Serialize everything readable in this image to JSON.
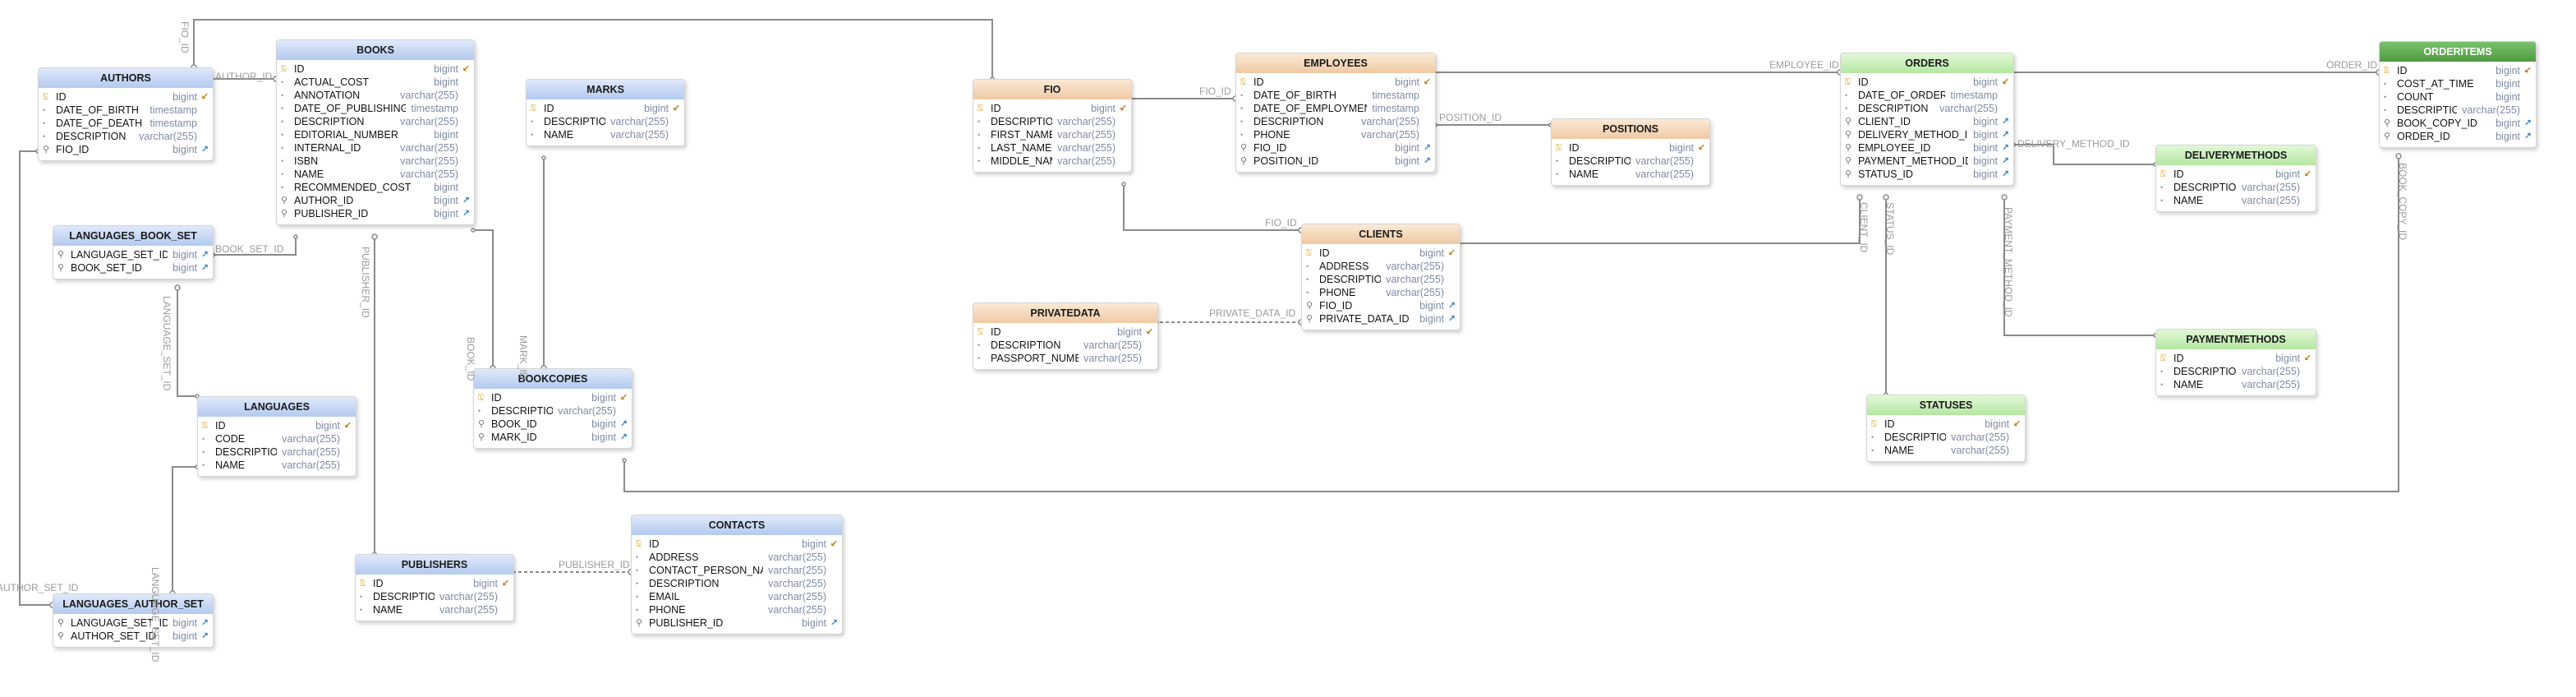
{
  "diagram": {
    "tables": [
      {
        "id": "authors",
        "title": "AUTHORS",
        "theme": "blue",
        "columns": [
          {
            "name": "ID",
            "type": "bigint",
            "kind": "pk"
          },
          {
            "name": "DATE_OF_BIRTH",
            "type": "timestamp",
            "kind": "col"
          },
          {
            "name": "DATE_OF_DEATH",
            "type": "timestamp",
            "kind": "col"
          },
          {
            "name": "DESCRIPTION",
            "type": "varchar(255)",
            "kind": "col"
          },
          {
            "name": "FIO_ID",
            "type": "bigint",
            "kind": "fk"
          }
        ]
      },
      {
        "id": "books",
        "title": "BOOKS",
        "theme": "blue",
        "columns": [
          {
            "name": "ID",
            "type": "bigint",
            "kind": "pk"
          },
          {
            "name": "ACTUAL_COST",
            "type": "bigint",
            "kind": "col"
          },
          {
            "name": "ANNOTATION",
            "type": "varchar(255)",
            "kind": "col"
          },
          {
            "name": "DATE_OF_PUBLISHING",
            "type": "timestamp",
            "kind": "col"
          },
          {
            "name": "DESCRIPTION",
            "type": "varchar(255)",
            "kind": "col"
          },
          {
            "name": "EDITORIAL_NUMBER",
            "type": "bigint",
            "kind": "col"
          },
          {
            "name": "INTERNAL_ID",
            "type": "varchar(255)",
            "kind": "col"
          },
          {
            "name": "ISBN",
            "type": "varchar(255)",
            "kind": "col"
          },
          {
            "name": "NAME",
            "type": "varchar(255)",
            "kind": "col"
          },
          {
            "name": "RECOMMENDED_COST",
            "type": "bigint",
            "kind": "col"
          },
          {
            "name": "AUTHOR_ID",
            "type": "bigint",
            "kind": "fk"
          },
          {
            "name": "PUBLISHER_ID",
            "type": "bigint",
            "kind": "fk"
          }
        ]
      },
      {
        "id": "marks",
        "title": "MARKS",
        "theme": "blue",
        "columns": [
          {
            "name": "ID",
            "type": "bigint",
            "kind": "pk"
          },
          {
            "name": "DESCRIPTION",
            "type": "varchar(255)",
            "kind": "col"
          },
          {
            "name": "NAME",
            "type": "varchar(255)",
            "kind": "col"
          }
        ]
      },
      {
        "id": "languages_book_set",
        "title": "LANGUAGES_BOOK_SET",
        "theme": "blue",
        "columns": [
          {
            "name": "LANGUAGE_SET_ID",
            "type": "bigint",
            "kind": "fk"
          },
          {
            "name": "BOOK_SET_ID",
            "type": "bigint",
            "kind": "fk"
          }
        ]
      },
      {
        "id": "languages",
        "title": "LANGUAGES",
        "theme": "blue",
        "columns": [
          {
            "name": "ID",
            "type": "bigint",
            "kind": "pk"
          },
          {
            "name": "CODE",
            "type": "varchar(255)",
            "kind": "col"
          },
          {
            "name": "DESCRIPTION",
            "type": "varchar(255)",
            "kind": "col"
          },
          {
            "name": "NAME",
            "type": "varchar(255)",
            "kind": "col"
          }
        ]
      },
      {
        "id": "bookcopies",
        "title": "BOOKCOPIES",
        "theme": "blue",
        "columns": [
          {
            "name": "ID",
            "type": "bigint",
            "kind": "pk"
          },
          {
            "name": "DESCRIPTION",
            "type": "varchar(255)",
            "kind": "col"
          },
          {
            "name": "BOOK_ID",
            "type": "bigint",
            "kind": "fk"
          },
          {
            "name": "MARK_ID",
            "type": "bigint",
            "kind": "fk"
          }
        ]
      },
      {
        "id": "publishers",
        "title": "PUBLISHERS",
        "theme": "blue",
        "columns": [
          {
            "name": "ID",
            "type": "bigint",
            "kind": "pk"
          },
          {
            "name": "DESCRIPTION",
            "type": "varchar(255)",
            "kind": "col"
          },
          {
            "name": "NAME",
            "type": "varchar(255)",
            "kind": "col"
          }
        ]
      },
      {
        "id": "contacts",
        "title": "CONTACTS",
        "theme": "blue",
        "columns": [
          {
            "name": "ID",
            "type": "bigint",
            "kind": "pk"
          },
          {
            "name": "ADDRESS",
            "type": "varchar(255)",
            "kind": "col"
          },
          {
            "name": "CONTACT_PERSON_NAME",
            "type": "varchar(255)",
            "kind": "col"
          },
          {
            "name": "DESCRIPTION",
            "type": "varchar(255)",
            "kind": "col"
          },
          {
            "name": "EMAIL",
            "type": "varchar(255)",
            "kind": "col"
          },
          {
            "name": "PHONE",
            "type": "varchar(255)",
            "kind": "col"
          },
          {
            "name": "PUBLISHER_ID",
            "type": "bigint",
            "kind": "fk"
          }
        ]
      },
      {
        "id": "languages_author_set",
        "title": "LANGUAGES_AUTHOR_SET",
        "theme": "blue",
        "columns": [
          {
            "name": "LANGUAGE_SET_ID",
            "type": "bigint",
            "kind": "fk"
          },
          {
            "name": "AUTHOR_SET_ID",
            "type": "bigint",
            "kind": "fk"
          }
        ]
      },
      {
        "id": "fio",
        "title": "FIO",
        "theme": "orange",
        "columns": [
          {
            "name": "ID",
            "type": "bigint",
            "kind": "pk"
          },
          {
            "name": "DESCRIPTION",
            "type": "varchar(255)",
            "kind": "col"
          },
          {
            "name": "FIRST_NAME",
            "type": "varchar(255)",
            "kind": "col"
          },
          {
            "name": "LAST_NAME",
            "type": "varchar(255)",
            "kind": "col"
          },
          {
            "name": "MIDDLE_NAME",
            "type": "varchar(255)",
            "kind": "col"
          }
        ]
      },
      {
        "id": "employees",
        "title": "EMPLOYEES",
        "theme": "orange",
        "columns": [
          {
            "name": "ID",
            "type": "bigint",
            "kind": "pk"
          },
          {
            "name": "DATE_OF_BIRTH",
            "type": "timestamp",
            "kind": "col"
          },
          {
            "name": "DATE_OF_EMPLOYMENT",
            "type": "timestamp",
            "kind": "col"
          },
          {
            "name": "DESCRIPTION",
            "type": "varchar(255)",
            "kind": "col"
          },
          {
            "name": "PHONE",
            "type": "varchar(255)",
            "kind": "col"
          },
          {
            "name": "FIO_ID",
            "type": "bigint",
            "kind": "fk"
          },
          {
            "name": "POSITION_ID",
            "type": "bigint",
            "kind": "fk"
          }
        ]
      },
      {
        "id": "positions",
        "title": "POSITIONS",
        "theme": "orange",
        "columns": [
          {
            "name": "ID",
            "type": "bigint",
            "kind": "pk"
          },
          {
            "name": "DESCRIPTION",
            "type": "varchar(255)",
            "kind": "col"
          },
          {
            "name": "NAME",
            "type": "varchar(255)",
            "kind": "col"
          }
        ]
      },
      {
        "id": "clients",
        "title": "CLIENTS",
        "theme": "orange",
        "columns": [
          {
            "name": "ID",
            "type": "bigint",
            "kind": "pk"
          },
          {
            "name": "ADDRESS",
            "type": "varchar(255)",
            "kind": "col"
          },
          {
            "name": "DESCRIPTION",
            "type": "varchar(255)",
            "kind": "col"
          },
          {
            "name": "PHONE",
            "type": "varchar(255)",
            "kind": "col"
          },
          {
            "name": "FIO_ID",
            "type": "bigint",
            "kind": "fk"
          },
          {
            "name": "PRIVATE_DATA_ID",
            "type": "bigint",
            "kind": "fk"
          }
        ]
      },
      {
        "id": "privatedata",
        "title": "PRIVATEDATA",
        "theme": "orange",
        "columns": [
          {
            "name": "ID",
            "type": "bigint",
            "kind": "pk"
          },
          {
            "name": "DESCRIPTION",
            "type": "varchar(255)",
            "kind": "col"
          },
          {
            "name": "PASSPORT_NUMBER",
            "type": "varchar(255)",
            "kind": "col"
          }
        ]
      },
      {
        "id": "orders",
        "title": "ORDERS",
        "theme": "green",
        "columns": [
          {
            "name": "ID",
            "type": "bigint",
            "kind": "pk"
          },
          {
            "name": "DATE_OF_ORDER",
            "type": "timestamp",
            "kind": "col"
          },
          {
            "name": "DESCRIPTION",
            "type": "varchar(255)",
            "kind": "col"
          },
          {
            "name": "CLIENT_ID",
            "type": "bigint",
            "kind": "fk"
          },
          {
            "name": "DELIVERY_METHOD_ID",
            "type": "bigint",
            "kind": "fk"
          },
          {
            "name": "EMPLOYEE_ID",
            "type": "bigint",
            "kind": "fk"
          },
          {
            "name": "PAYMENT_METHOD_ID",
            "type": "bigint",
            "kind": "fk"
          },
          {
            "name": "STATUS_ID",
            "type": "bigint",
            "kind": "fk"
          }
        ]
      },
      {
        "id": "deliverymethods",
        "title": "DELIVERYMETHODS",
        "theme": "green",
        "columns": [
          {
            "name": "ID",
            "type": "bigint",
            "kind": "pk"
          },
          {
            "name": "DESCRIPTION",
            "type": "varchar(255)",
            "kind": "col"
          },
          {
            "name": "NAME",
            "type": "varchar(255)",
            "kind": "col"
          }
        ]
      },
      {
        "id": "paymentmethods",
        "title": "PAYMENTMETHODS",
        "theme": "green",
        "columns": [
          {
            "name": "ID",
            "type": "bigint",
            "kind": "pk"
          },
          {
            "name": "DESCRIPTION",
            "type": "varchar(255)",
            "kind": "col"
          },
          {
            "name": "NAME",
            "type": "varchar(255)",
            "kind": "col"
          }
        ]
      },
      {
        "id": "statuses",
        "title": "STATUSES",
        "theme": "green",
        "columns": [
          {
            "name": "ID",
            "type": "bigint",
            "kind": "pk"
          },
          {
            "name": "DESCRIPTION",
            "type": "varchar(255)",
            "kind": "col"
          },
          {
            "name": "NAME",
            "type": "varchar(255)",
            "kind": "col"
          }
        ]
      },
      {
        "id": "orderitems",
        "title": "ORDERITEMS",
        "theme": "dark",
        "columns": [
          {
            "name": "ID",
            "type": "bigint",
            "kind": "pk"
          },
          {
            "name": "COST_AT_TIME",
            "type": "bigint",
            "kind": "col"
          },
          {
            "name": "COUNT",
            "type": "bigint",
            "kind": "col"
          },
          {
            "name": "DESCRIPTION",
            "type": "varchar(255)",
            "kind": "col"
          },
          {
            "name": "BOOK_COPY_ID",
            "type": "bigint",
            "kind": "fk"
          },
          {
            "name": "ORDER_ID",
            "type": "bigint",
            "kind": "fk"
          }
        ]
      }
    ],
    "relations": [
      {
        "id": "r_author_fio",
        "label": "FIO_ID"
      },
      {
        "id": "r_book_author",
        "label": "AUTHOR_ID"
      },
      {
        "id": "r_lbs_book",
        "label": "BOOK_SET_ID"
      },
      {
        "id": "r_lbs_lang",
        "label": "LANGUAGE_SET_ID"
      },
      {
        "id": "r_las_lang",
        "label": "LANGUAGE_SET_ID"
      },
      {
        "id": "r_las_author",
        "label": "AUTHOR_SET_ID"
      },
      {
        "id": "r_book_pub",
        "label": "PUBLISHER_ID"
      },
      {
        "id": "r_bc_book",
        "label": "BOOK_ID"
      },
      {
        "id": "r_bc_mark",
        "label": "MARK_ID"
      },
      {
        "id": "r_con_pub",
        "label": "PUBLISHER_ID"
      },
      {
        "id": "r_emp_fio",
        "label": "FIO_ID"
      },
      {
        "id": "r_emp_pos",
        "label": "POSITION_ID"
      },
      {
        "id": "r_cli_fio",
        "label": "FIO_ID"
      },
      {
        "id": "r_cli_pd",
        "label": "PRIVATE_DATA_ID"
      },
      {
        "id": "r_ord_emp",
        "label": "EMPLOYEE_ID"
      },
      {
        "id": "r_ord_cli",
        "label": "CLIENT_ID"
      },
      {
        "id": "r_ord_dm",
        "label": "DELIVERY_METHOD_ID"
      },
      {
        "id": "r_ord_st",
        "label": "STATUS_ID"
      },
      {
        "id": "r_ord_pm",
        "label": "PAYMENT_METHOD_ID"
      },
      {
        "id": "r_oi_ord",
        "label": "ORDER_ID"
      },
      {
        "id": "r_oi_bc",
        "label": "BOOK_COPY_ID"
      }
    ]
  },
  "colors": {
    "wire": "#8a8a8a",
    "header_blue": "#b3c9ef",
    "header_orange": "#efc9a3",
    "header_green": "#b4e6a0",
    "header_dark": "#4e9a40",
    "type_text": "#7f8aa3",
    "pk_icon": "#d59b12",
    "fk_marker": "#2f7fc4"
  },
  "icons": {
    "pk": "key-icon",
    "fk": "link-icon",
    "col": "column-dot-icon"
  }
}
